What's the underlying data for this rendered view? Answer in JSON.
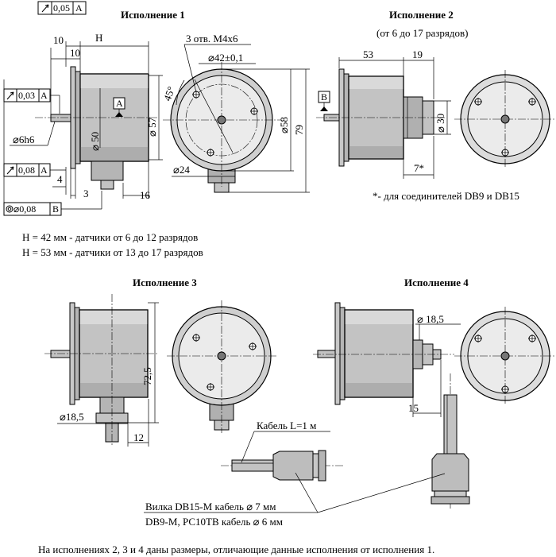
{
  "titles": {
    "v1": "Исполнение 1",
    "v2": "Исполнение 2",
    "v2_sub": "(от 6 до 17 разрядов)",
    "v3": "Исполнение 3",
    "v4": "Исполнение 4"
  },
  "notes": {
    "h42": "H = 42 мм - датчики от 6 до 12 разрядов",
    "h53": "H = 53 мм - датчики от 13 до 17 разрядов",
    "connectors": "*- для соединителей DB9 и DB15",
    "cable_length": "Кабель L=1 м",
    "plug_line1": "Вилка DB15-М кабель ⌀ 7 мм",
    "plug_line2": "DB9-М, РС10ТВ кабель ⌀ 6 мм",
    "footer": "На исполнениях 2, 3 и 4 даны размеры, отличающие данные исполнения от исполнения 1."
  },
  "tolerances": {
    "top_runout": "0,05",
    "top_datum": "А",
    "shaft_runout": "0,03",
    "shaft_datum": "А",
    "face_runout": "0,08",
    "face_datum": "А",
    "coax": "⌀0,08",
    "coax_datum": "В"
  },
  "datums": {
    "a": "А",
    "b": "В"
  },
  "dims": {
    "v1_10": "10",
    "v1_10b": "10",
    "v1_H": "H",
    "v1_d50": "⌀ 50",
    "v1_d57": "⌀ 57",
    "v1_d6h6": "⌀6h6",
    "v1_4": "4",
    "v1_3": "3",
    "v1_16": "16",
    "v1_holes": "3 отв. М4х6",
    "v1_d42": "⌀42±0,1",
    "v1_45": "45°",
    "v1_d58": "⌀58",
    "v1_79": "79",
    "v1_d24": "⌀24",
    "v2_53": "53",
    "v2_19": "19",
    "v2_d30": "⌀ 30",
    "v2_7": "7*",
    "v3_725": "72,5",
    "v3_d185": "⌀18,5",
    "v3_12": "12",
    "v4_d185": "⌀ 18,5",
    "v4_15": "15"
  }
}
